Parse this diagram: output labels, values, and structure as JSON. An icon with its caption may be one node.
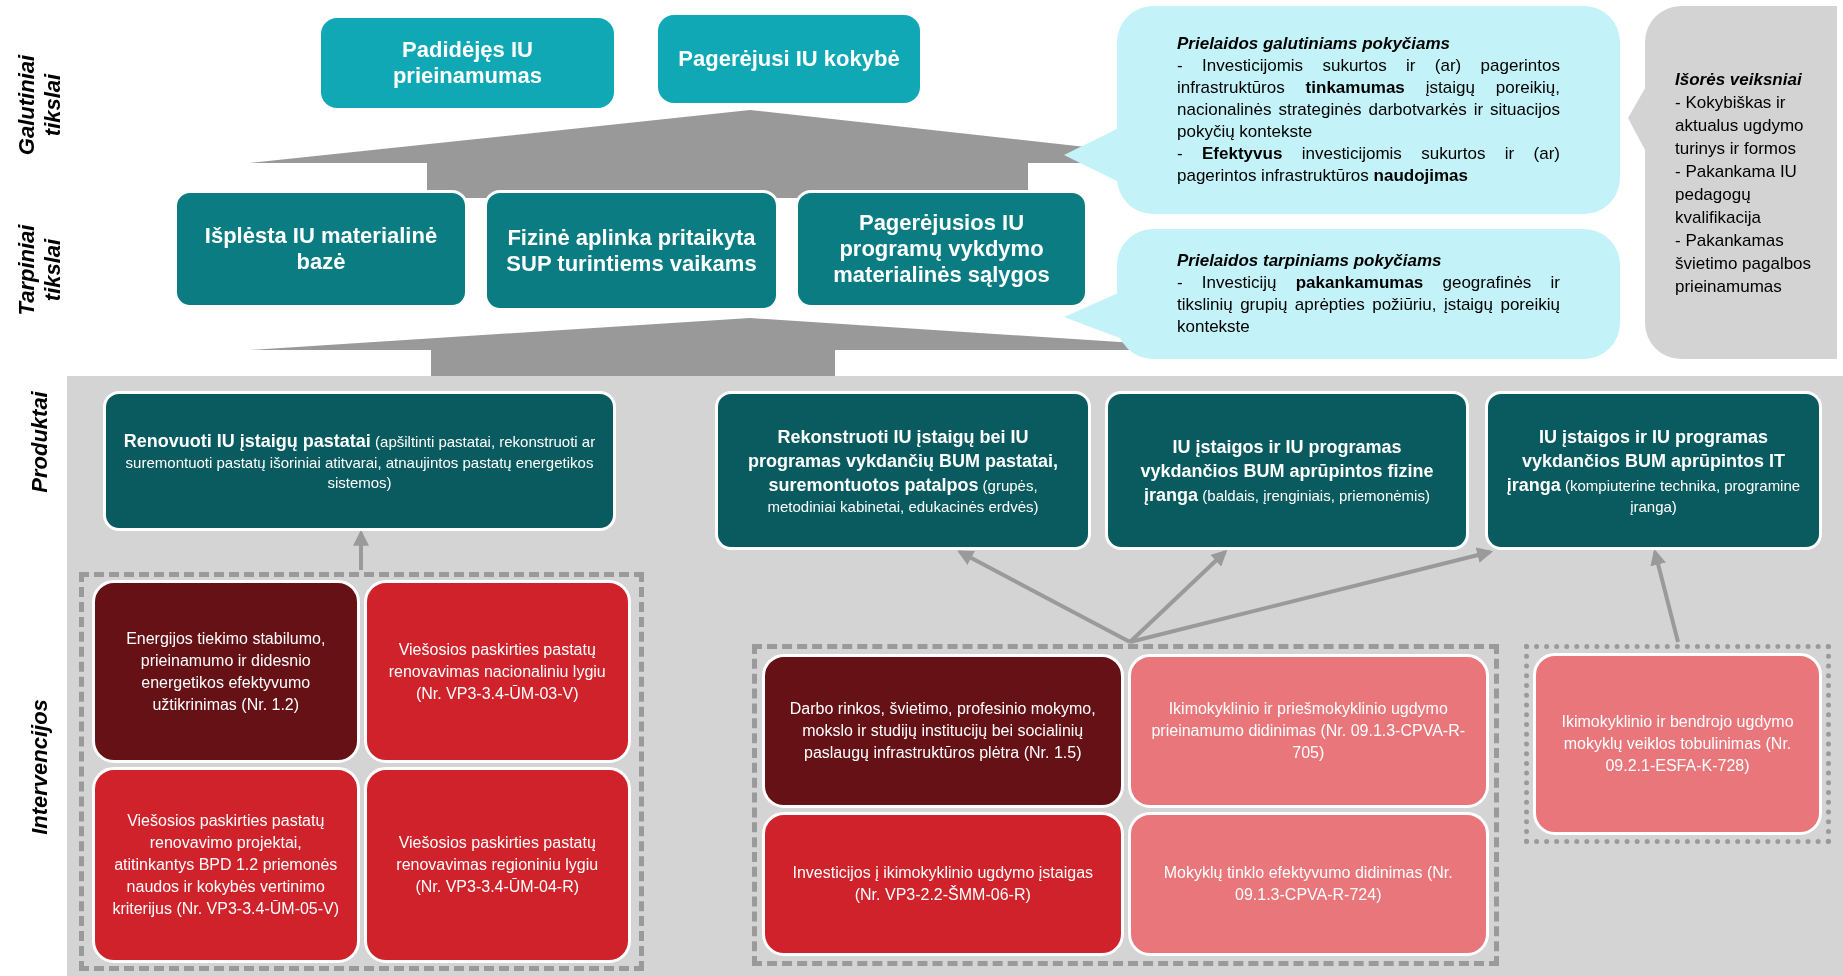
{
  "diagram": {
    "nodes": [
      {
        "text": [
          "Padidėjęs IU prieinamumas"
        ]
      },
      {
        "text": [
          "Pagerėjusi IU kokybė"
        ]
      },
      {
        "text": [
          "Prielaidos galutiniams pokyčiams",
          "- Investicijomis sukurtos ir (ar) pagerintos infrastruktūros **tinkamumas** įstaigų poreikių, nacionalinės strateginės darbotvarkės ir situacijos pokyčių kontekste",
          "- **Efektyvus** investicijomis sukurtos ir (ar) pagerintos infrastruktūros **naudojimas**"
        ]
      },
      {
        "text": [
          "Išorės veiksniai",
          "- Kokybiškas ir aktualus ugdymo turinys ir formos",
          "- Pakankama IU pedagogų kvalifikacija",
          "- Pakankamas švietimo pagalbos prieinamumas"
        ]
      },
      {
        "text": [
          "Išplėsta IU materialinė bazė"
        ]
      },
      {
        "text": [
          "Fizinė aplinka pritaikyta SUP turintiems vaikams"
        ]
      },
      {
        "text": [
          "Pagerėjusios IU programų vykdymo materialinės sąlygos"
        ]
      },
      {
        "text": [
          "Prielaidos tarpiniams pokyčiams",
          "- Investicijų **pakankamumas** geografinės ir tikslinių grupių aprėpties požiūriu, įstaigų poreikių kontekste"
        ]
      },
      {
        "text": [
          "**Renovuoti IU įstaigų pastatai** (apšiltinti pastatai, rekonstruoti ar suremontuoti pastatų išoriniai atitvarai, atnaujintos pastatų energetikos sistemos)"
        ]
      },
      {
        "text": [
          "**Rekonstruoti IU įstaigų bei IU programas vykdančių BUM pastatai, suremontuotos patalpos** (grupės, metodiniai kabinetai, edukacinės erdvės)"
        ]
      },
      {
        "text": [
          "**IU įstaigos ir IU programas vykdančios BUM aprūpintos fizine įranga** (baldais, įrenginiais, priemonėmis)"
        ]
      },
      {
        "text": [
          "**IU įstaigos ir IU programas vykdančios BUM aprūpintos IT įranga** (kompiuterine technika, programine įranga)"
        ]
      },
      {
        "text": [],
        "shape": "box"
      },
      {
        "text": [
          "Energijos tiekimo stabilumo, prieinamumo ir didesnio energetikos efektyvumo užtikrinimas (Nr. 1.2)"
        ],
        "in": 12
      },
      {
        "text": [
          "Viešosios paskirties pastatų renovavimas nacionaliniu lygiu (Nr. VP3-3.4-ŪM-03-V)"
        ],
        "in": 12
      },
      {
        "text": [
          "Viešosios paskirties pastatų renovavimo projektai, atitinkantys BPD 1.2 priemonės naudos ir kokybės vertinimo kriterijus (Nr. VP3-3.4-ŪM-05-V)"
        ],
        "in": 12
      },
      {
        "text": [
          "Viešosios paskirties pastatų renovavimas regioniniu lygiu (Nr. VP3-3.4-ŪM-04-R)"
        ],
        "in": 12
      },
      {
        "text": [],
        "shape": "box"
      },
      {
        "text": [
          "Darbo rinkos, švietimo, profesinio mokymo, mokslo ir studijų institucijų bei socialinių paslaugų infrastruktūros plėtra (Nr. 1.5)"
        ],
        "in": 17
      },
      {
        "text": [
          "Ikimokyklinio ir priešmokyklinio ugdymo prieinamumo didinimas (Nr. 09.1.3-CPVA-R-705)"
        ],
        "in": 17
      },
      {
        "text": [
          "Investicijos į ikimokyklinio ugdymo įstaigas (Nr. VP3-2.2-ŠMM-06-R)"
        ],
        "in": 17
      },
      {
        "text": [
          "Mokyklų tinklo efektyvumo didinimas (Nr. 09.1.3-CPVA-R-724)"
        ],
        "in": 17
      },
      {
        "text": [],
        "shape": "box"
      },
      {
        "text": [
          "Ikimokyklinio ir bendrojo ugdymo mokyklų veiklos tobulinimas (Nr. 09.2.1-ESFA-K-728)"
        ],
        "in": 22
      }
    ],
    "edges": [
      {
        "from": 5,
        "to": 1,
        "arrow": "to",
        "style": "thick"
      },
      {
        "from": 8,
        "to": 5,
        "arrow": "to",
        "style": "thick"
      },
      {
        "from": 9,
        "to": 5,
        "arrow": "to",
        "style": "thick"
      },
      {
        "from": 12,
        "to": 8,
        "arrow": "to"
      },
      {
        "from": 17,
        "to": 9,
        "arrow": "to"
      },
      {
        "from": 17,
        "to": 10,
        "arrow": "to"
      },
      {
        "from": 17,
        "to": 11,
        "arrow": "to"
      },
      {
        "from": 22,
        "to": 11,
        "arrow": "to"
      }
    ],
    "labels": [
      "Galutiniai tikslai",
      "Tarpiniai tikslai",
      "Produktai",
      "Intervencijos"
    ]
  }
}
